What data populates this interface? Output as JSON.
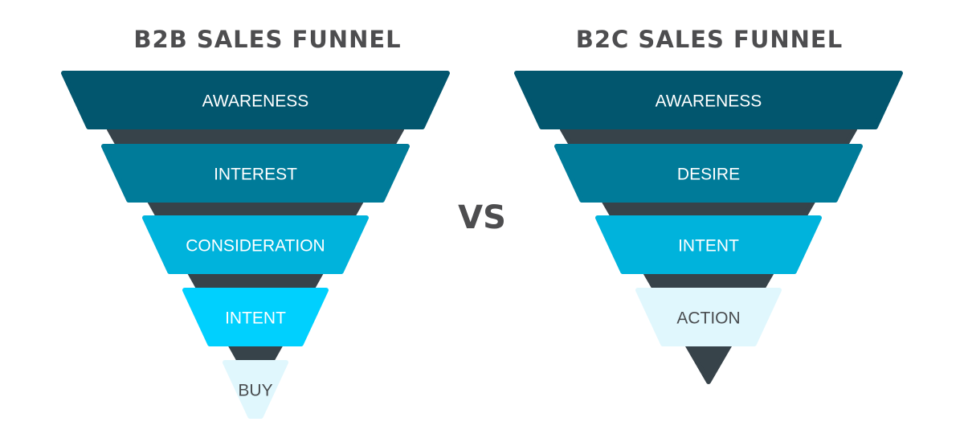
{
  "left_funnel": {
    "title": "B2B SALES FUNNEL",
    "stages": [
      {
        "label": "AWARENESS",
        "color": "#02566e",
        "text_color": "#ffffff"
      },
      {
        "label": "INTEREST",
        "color": "#007b99",
        "text_color": "#ffffff"
      },
      {
        "label": "CONSIDERATION",
        "color": "#00b3dc",
        "text_color": "#ffffff"
      },
      {
        "label": "INTENT",
        "color": "#00d0fe",
        "text_color": "#ffffff"
      },
      {
        "label": "BUY",
        "color": "#e0f7fd",
        "text_color": "#4a4d50"
      }
    ]
  },
  "vs_label": "VS",
  "right_funnel": {
    "title": "B2C SALES FUNNEL",
    "stages": [
      {
        "label": "AWARENESS",
        "color": "#02566e",
        "text_color": "#ffffff"
      },
      {
        "label": "DESIRE",
        "color": "#007b99",
        "text_color": "#ffffff"
      },
      {
        "label": "INTENT",
        "color": "#00b3dc",
        "text_color": "#ffffff"
      },
      {
        "label": "ACTION",
        "color": "#e0f7fd",
        "text_color": "#4a4d50"
      }
    ]
  },
  "colors": {
    "funnel_core": "#37434a",
    "title": "#4d4d4f"
  }
}
